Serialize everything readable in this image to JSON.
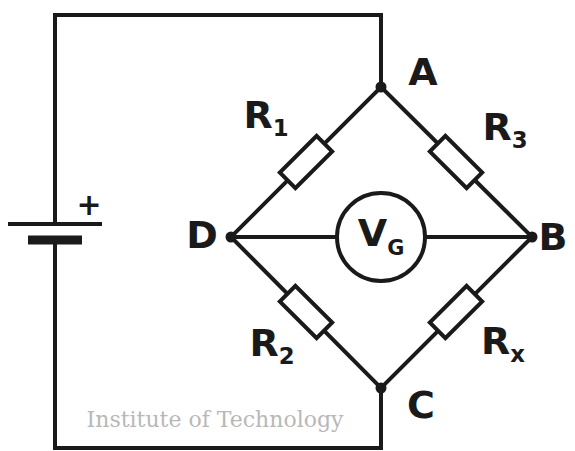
{
  "diagram": {
    "nodes": [
      {
        "text": [
          "VG"
        ]
      }
    ],
    "labels": [
      "A",
      "B",
      "C",
      "D",
      "R1",
      "R3",
      "R2",
      "Rx",
      "+",
      "Institute of Technology"
    ]
  }
}
